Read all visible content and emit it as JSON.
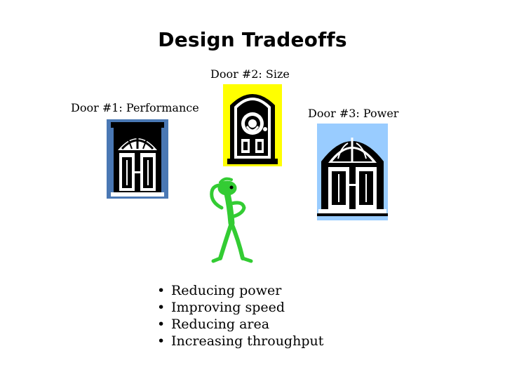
{
  "slide": {
    "title": "Design Tradeoffs",
    "doors": [
      {
        "label": "Door #1: Performance",
        "background": "#4a78b4"
      },
      {
        "label": "Door #2: Size",
        "background": "#ffff00"
      },
      {
        "label": "Door #3: Power",
        "background": "#99ccff"
      }
    ],
    "figure_color": "#33cc33",
    "bullets": [
      "Reducing power",
      "Improving speed",
      "Reducing area",
      "Increasing throughput"
    ]
  }
}
